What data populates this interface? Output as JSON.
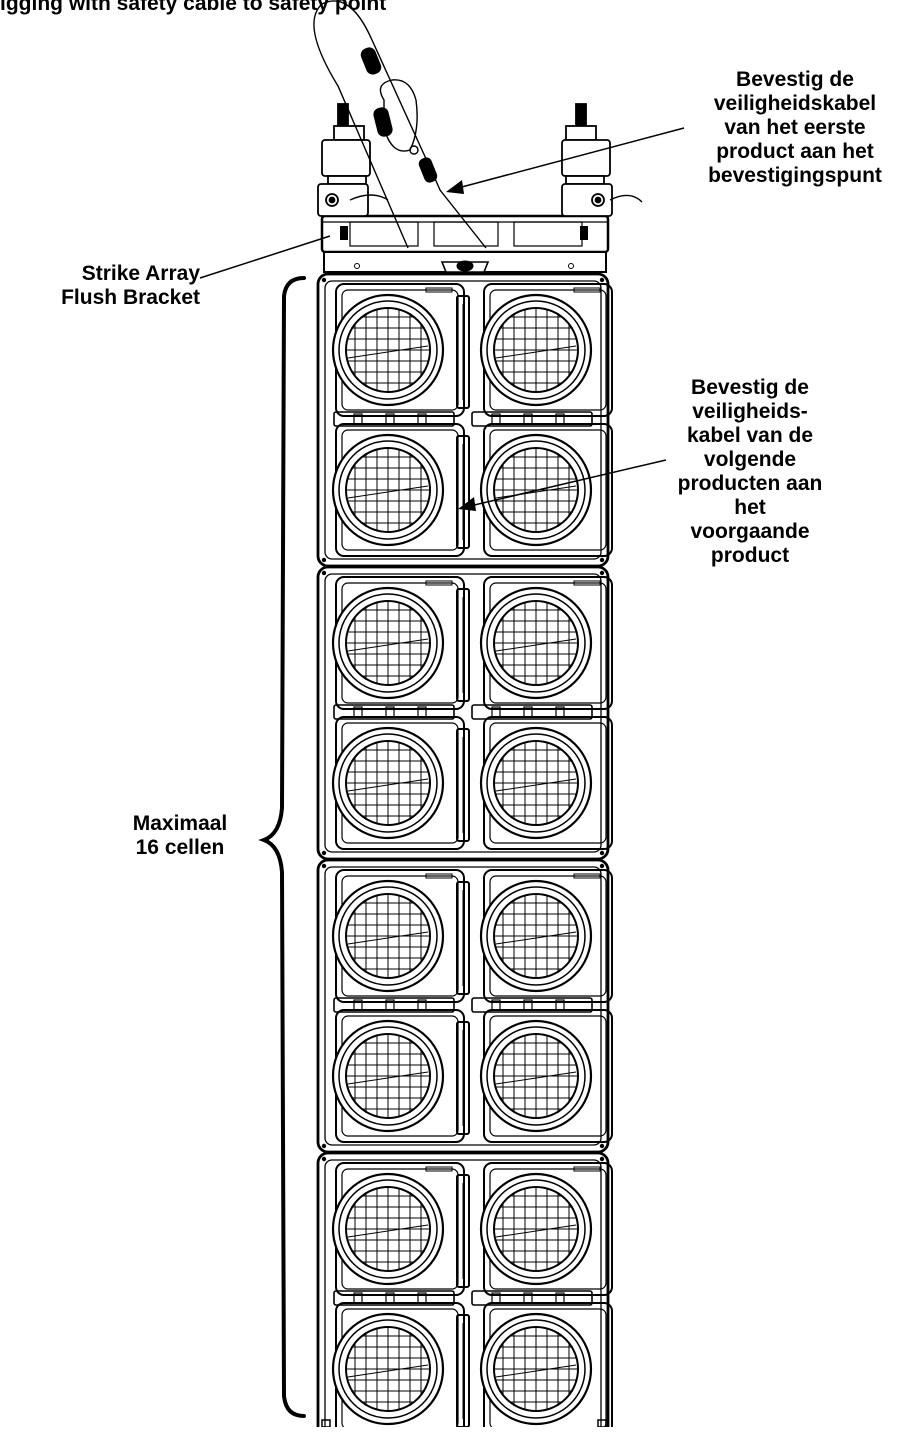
{
  "heading": "igging with safety cable to safety point",
  "labels": {
    "first_product": [
      "Bevestig de",
      "veiligheidskabel",
      "van het eerste",
      "product aan het",
      "bevestigingspunt"
    ],
    "bracket": [
      "Strike Array",
      "Flush Bracket"
    ],
    "following_products": [
      "Bevestig de",
      "veiligheids-",
      "kabel van de",
      "volgende",
      "producten aan",
      "het",
      "voorgaande",
      "product"
    ],
    "max_cells": [
      "Maximaal",
      "16 cellen"
    ]
  }
}
